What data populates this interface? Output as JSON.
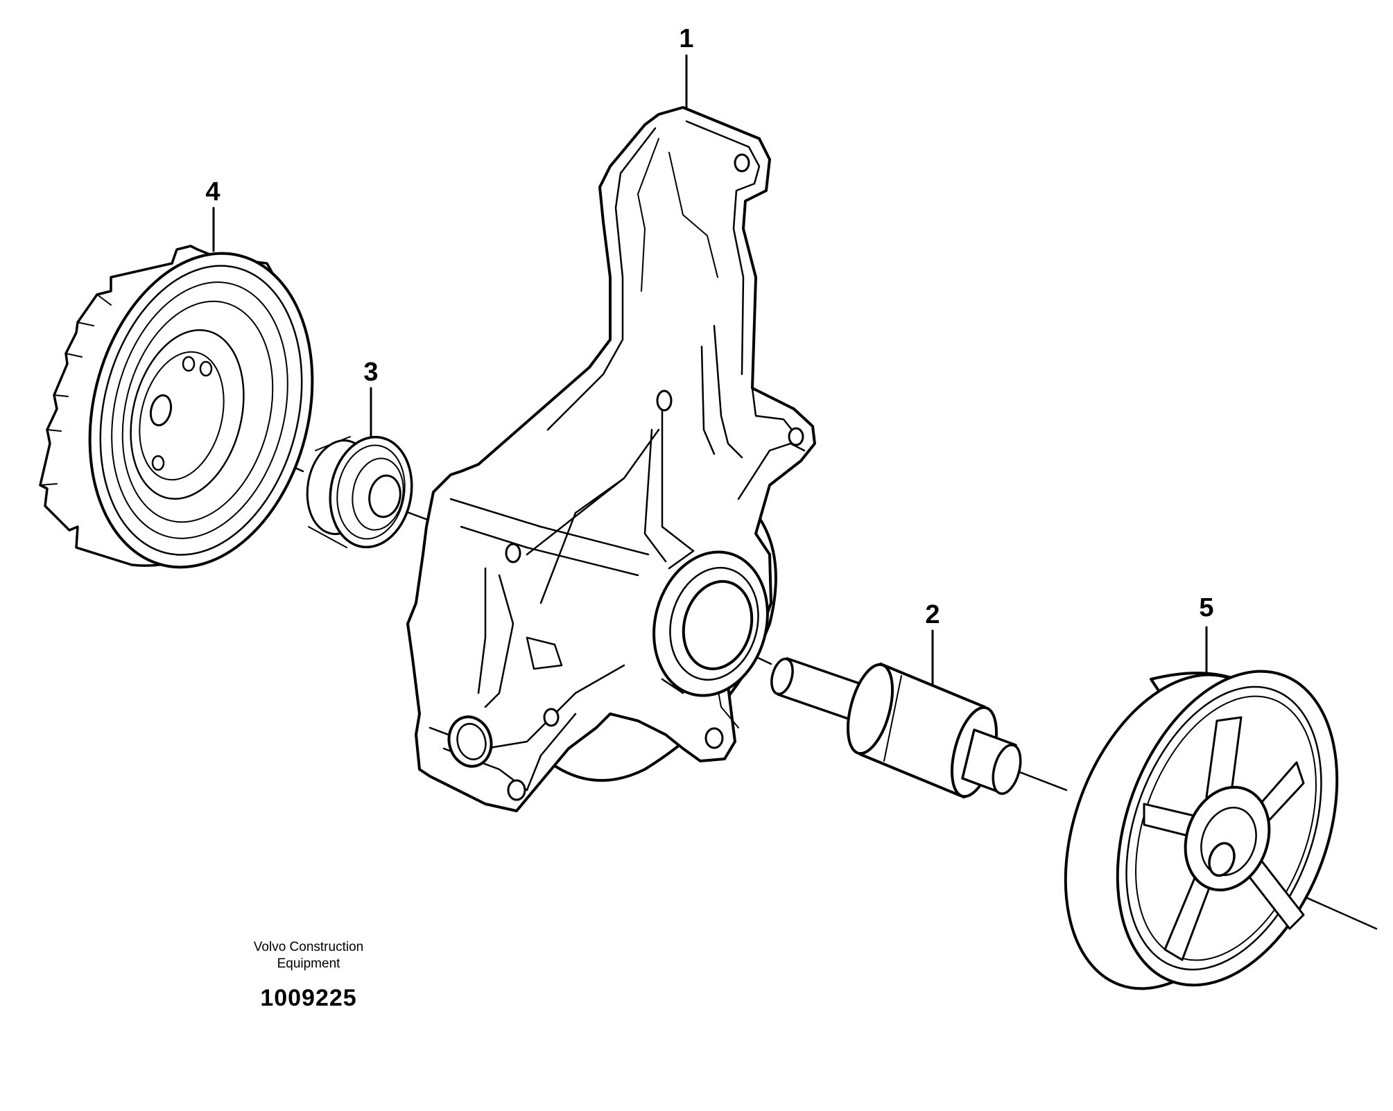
{
  "callouts": {
    "c1": "1",
    "c2": "2",
    "c3": "3",
    "c4": "4",
    "c5": "5"
  },
  "caption": {
    "brand": "Volvo Construction Equipment",
    "figure_number": "1009225"
  },
  "colors": {
    "line": "#000000",
    "background": "#ffffff"
  }
}
